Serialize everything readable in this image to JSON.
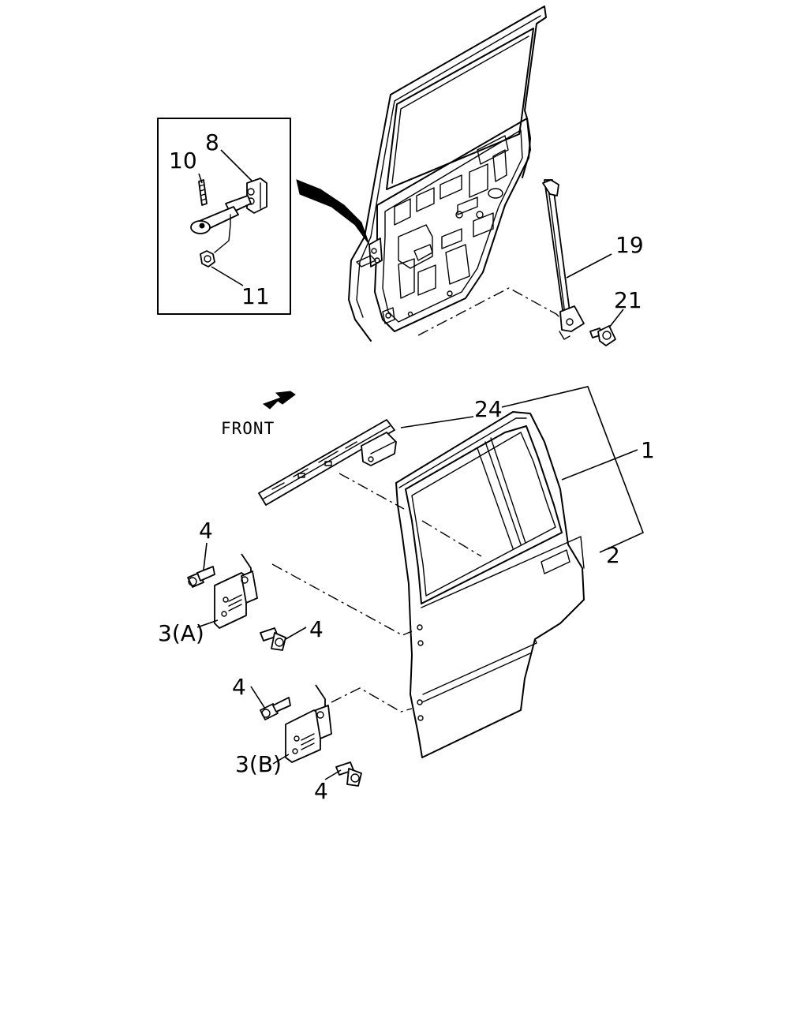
{
  "diagram": {
    "orientation_label": "FRONT",
    "callouts": {
      "c1": "1",
      "c2": "2",
      "c3a": "3(A)",
      "c3b": "3(B)",
      "c4": "4",
      "c8": "8",
      "c10": "10",
      "c11": "11",
      "c19": "19",
      "c21": "21",
      "c24": "24"
    },
    "icons": [
      "front-arrow-icon"
    ]
  }
}
